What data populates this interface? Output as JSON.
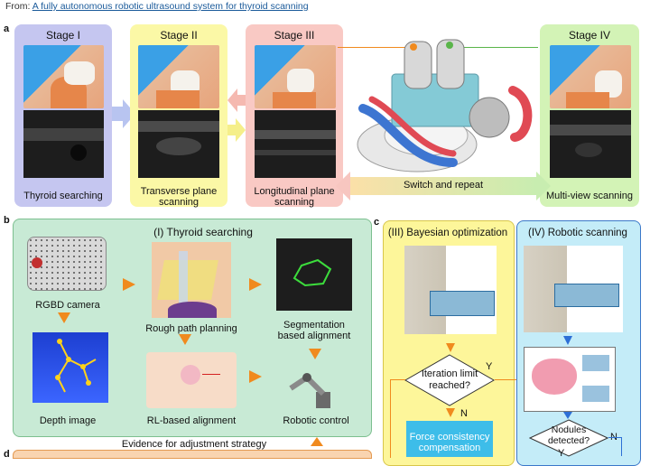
{
  "source": {
    "prefix": "From: ",
    "link": "A fully autonomous robotic ultrasound system for thyroid scanning"
  },
  "panel_labels": {
    "a": "a",
    "b": "b",
    "c": "c",
    "d": "d"
  },
  "panel_a": {
    "stages": [
      {
        "title": "Stage I",
        "caption": "Thyroid searching",
        "color": "#c5c6f0"
      },
      {
        "title": "Stage II",
        "caption_line1": "Transverse plane",
        "caption_line2": "scanning",
        "color": "#fbf8a6"
      },
      {
        "title": "Stage III",
        "caption_line1": "Longitudinal plane",
        "caption_line2": "scanning",
        "color": "#f9c9c4"
      },
      {
        "title": "Stage IV",
        "caption": "Multi-view scanning",
        "color": "#d3f3b6"
      }
    ],
    "switch_label": "Switch and repeat"
  },
  "panel_b": {
    "title": "(I) Thyroid searching",
    "items": {
      "rgbd": "RGBD camera",
      "depth": "Depth image",
      "rough_path": "Rough path planning",
      "rl": "RL-based alignment",
      "seg_line1": "Segmentation",
      "seg_line2": "based alignment",
      "robot": "Robotic control"
    },
    "footer": "Evidence for adjustment strategy"
  },
  "panel_c": {
    "left_title": "(III) Bayesian optimization",
    "right_title": "(IV) Robotic scanning",
    "decision1_line1": "Iteration limit",
    "decision1_line2": "reached?",
    "yes": "Y",
    "no": "N",
    "force_line1": "Force consistency",
    "force_line2": "compensation",
    "decision2_line1": "Nodules",
    "decision2_line2": "detected?",
    "no2": "N",
    "yes2": "Y"
  },
  "colors": {
    "orange_arrow": "#f08a1e",
    "blue_arrow": "#2d6fd6",
    "green_box": "#c8ead5"
  }
}
